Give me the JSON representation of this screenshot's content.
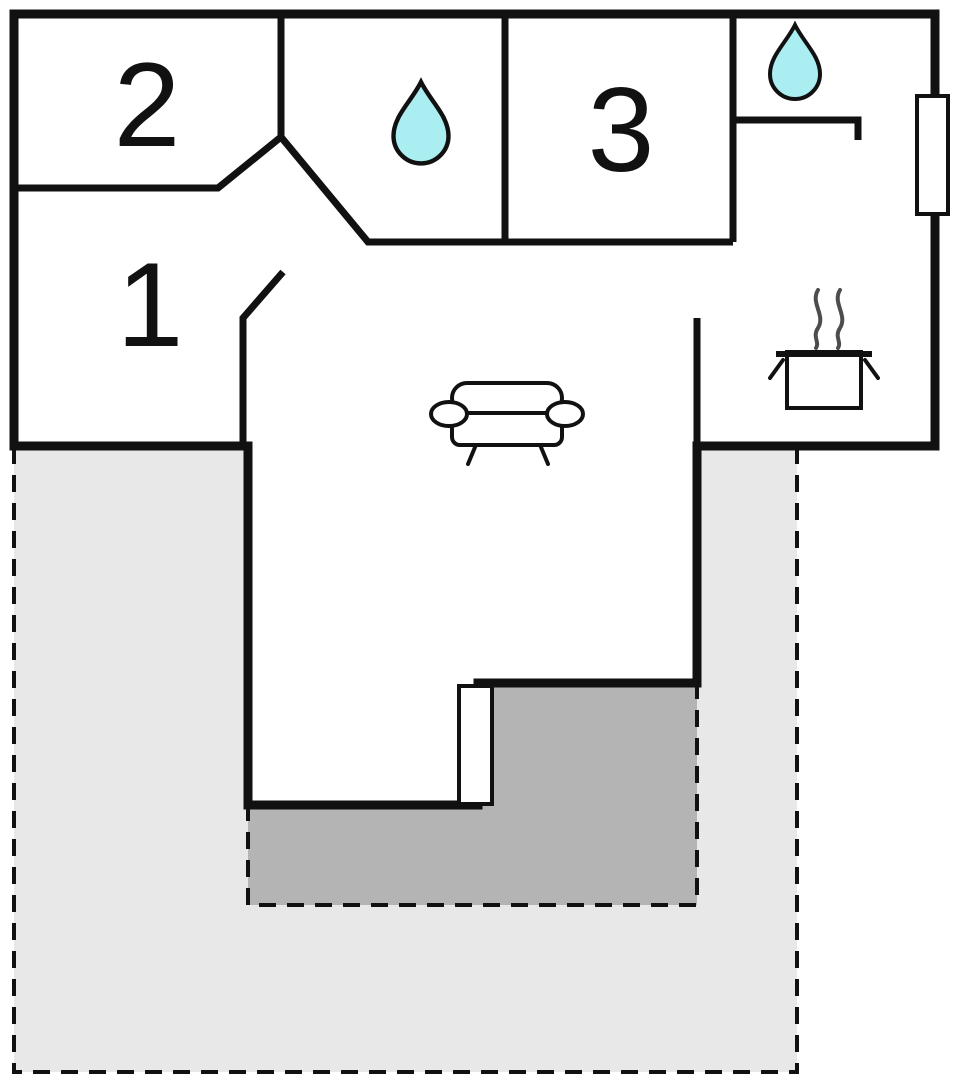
{
  "plan": {
    "rooms": [
      {
        "id": "room-1",
        "label": "1"
      },
      {
        "id": "room-2",
        "label": "2"
      },
      {
        "id": "room-3",
        "label": "3"
      }
    ],
    "icons": {
      "bathroom_main": "water-drop-icon",
      "bathroom_small": "water-drop-icon",
      "kitchen": "cooking-pot-icon",
      "living_room": "sofa-icon",
      "entry": "window-fixture",
      "terrace_access": "door-fixture"
    },
    "colors": {
      "wall": "#111111",
      "floor": "#ffffff",
      "terrace_light": "#e8e8e8",
      "terrace_dark": "#b4b4b4",
      "water": "#aaeef2",
      "steam": "#4d4d4d"
    }
  }
}
